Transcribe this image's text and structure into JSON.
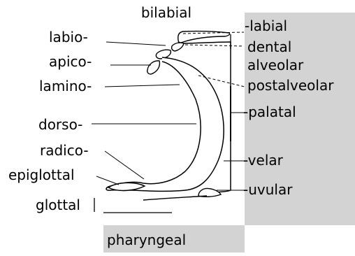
{
  "diagram": {
    "title": "bilabial",
    "left_labels": {
      "labio": "labio-",
      "apico": "apico-",
      "lamino": "lamino-",
      "dorso": "dorso-",
      "radico": "radico-",
      "epiglottal": "epiglottal",
      "glottal": "glottal"
    },
    "right_labels": {
      "labial": "-labial",
      "dental": "dental",
      "alveolar": "alveolar",
      "postalveolar": "postalveolar",
      "palatal": "-palatal",
      "velar": "-velar",
      "uvular": "-uvular"
    },
    "bottom_label": "pharyngeal",
    "colors": {
      "shade": "#d3d3d3",
      "ink": "#000000",
      "background": "#ffffff"
    }
  }
}
